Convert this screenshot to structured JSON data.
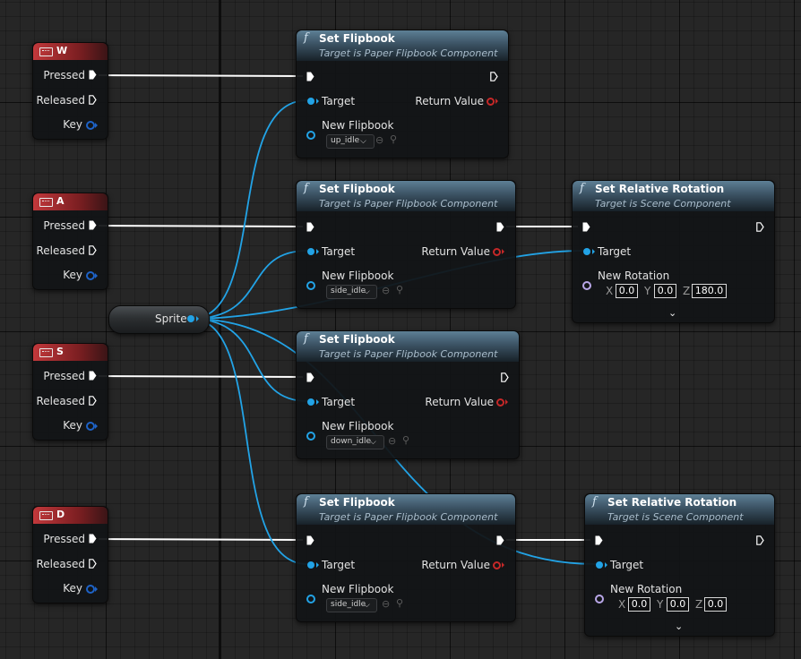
{
  "colors": {
    "exec_wire": "#ffffff",
    "object_wire": "#22a3e6",
    "event_header": "#c2383b",
    "function_header": "#3b5263"
  },
  "icons": {
    "event": "keyboard-icon",
    "function": "function-icon",
    "exec": "exec-pin-icon",
    "data": "data-pin-icon",
    "reset": "reset-to-default-icon",
    "browse": "browse-search-icon",
    "expand": "chevron-down-icon"
  },
  "key_events": [
    {
      "title": "W",
      "pressed": "Pressed",
      "released": "Released",
      "key": "Key"
    },
    {
      "title": "A",
      "pressed": "Pressed",
      "released": "Released",
      "key": "Key"
    },
    {
      "title": "S",
      "pressed": "Pressed",
      "released": "Released",
      "key": "Key"
    },
    {
      "title": "D",
      "pressed": "Pressed",
      "released": "Released",
      "key": "Key"
    }
  ],
  "sprite": {
    "label": "Sprite"
  },
  "flipbook_nodes": [
    {
      "fx": "f",
      "title": "Set Flipbook",
      "subtitle": "Target is Paper Flipbook Component",
      "target": "Target",
      "return_value": "Return Value",
      "new_flipbook": "New Flipbook",
      "flipbook_value": "up_idle"
    },
    {
      "fx": "f",
      "title": "Set Flipbook",
      "subtitle": "Target is Paper Flipbook Component",
      "target": "Target",
      "return_value": "Return Value",
      "new_flipbook": "New Flipbook",
      "flipbook_value": "side_idle"
    },
    {
      "fx": "f",
      "title": "Set Flipbook",
      "subtitle": "Target is Paper Flipbook Component",
      "target": "Target",
      "return_value": "Return Value",
      "new_flipbook": "New Flipbook",
      "flipbook_value": "down_idle"
    },
    {
      "fx": "f",
      "title": "Set Flipbook",
      "subtitle": "Target is Paper Flipbook Component",
      "target": "Target",
      "return_value": "Return Value",
      "new_flipbook": "New Flipbook",
      "flipbook_value": "side_idle"
    }
  ],
  "rotation_nodes": [
    {
      "fx": "f",
      "title": "Set Relative Rotation",
      "subtitle": "Target is Scene Component",
      "target": "Target",
      "new_rotation": "New Rotation",
      "x_label": "X",
      "x": "0.0",
      "y_label": "Y",
      "y": "0.0",
      "z_label": "Z",
      "z": "180.0"
    },
    {
      "fx": "f",
      "title": "Set Relative Rotation",
      "subtitle": "Target is Scene Component",
      "target": "Target",
      "new_rotation": "New Rotation",
      "x_label": "X",
      "x": "0.0",
      "y_label": "Y",
      "y": "0.0",
      "z_label": "Z",
      "z": "0.0"
    }
  ]
}
